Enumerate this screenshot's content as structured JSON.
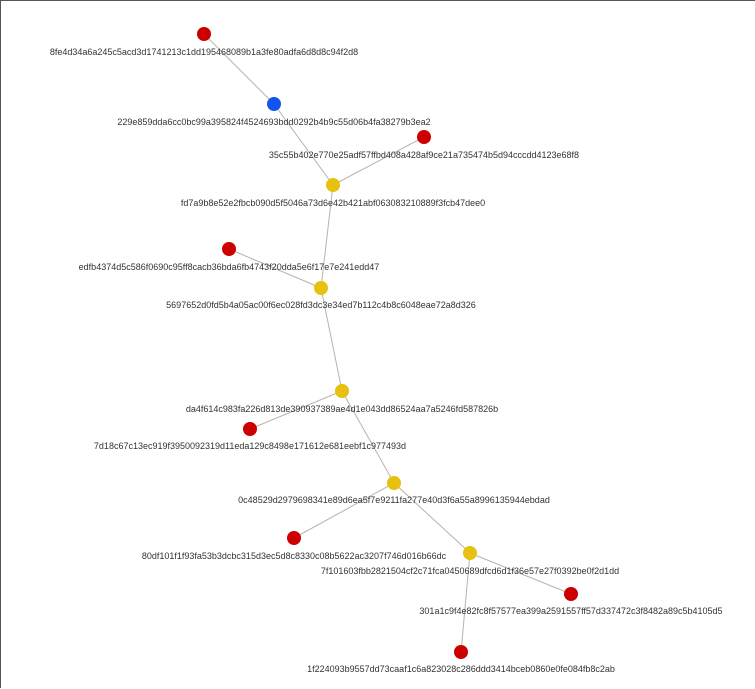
{
  "colors": {
    "red": "#cc0000",
    "blue": "#1155ee",
    "yellow": "#e8c010",
    "edge": "#b8b4a6",
    "label": "#333333"
  },
  "nodes": [
    {
      "id": "n1",
      "label": "8fe4d34a6a245c5acd3d1741213c1dd195468089b1a3fe80adfa6d8d8c94f2d8",
      "color": "red"
    },
    {
      "id": "n2",
      "label": "229e859dda6cc0bc99a395824f4524693bdd0292b4b9c55d06b4fa38279b3ea2",
      "color": "blue"
    },
    {
      "id": "n3",
      "label": "35c55b402e770e25adf57ffbd408a428af9ce21a735474b5d94cccdd4123e68f8",
      "color": "red"
    },
    {
      "id": "n4",
      "label": "fd7a9b8e52e2fbcb090d5f5046a73d6e42b421abf063083210889f3fcb47dee0",
      "color": "yellow"
    },
    {
      "id": "n5",
      "label": "edfb4374d5c586f0690c95ff8cacb36bda6fb4743f20dda5e6f17e7e241edd47",
      "color": "red"
    },
    {
      "id": "n6",
      "label": "5697652d0fd5b4a05ac00f6ec028fd3dc3e34ed7b112c4b8c6048eae72a8d326",
      "color": "yellow"
    },
    {
      "id": "n7",
      "label": "da4f614c983fa226d813de390937389ae4d1e043dd86524aa7a5246fd587826b",
      "color": "yellow"
    },
    {
      "id": "n8",
      "label": "7d18c67c13ec919f3950092319d11eda129c8498e171612e681eebf1c977493d",
      "color": "red"
    },
    {
      "id": "n9",
      "label": "0c48529d2979698341e89d6ea5f7e9211fa277e40d3f6a55a8996135944ebdad",
      "color": "yellow"
    },
    {
      "id": "n10",
      "label": "80df101f1f93fa53b3dcbc315d3ec5d8c8330c08b5622ac3207f746d016b66dc",
      "color": "red"
    },
    {
      "id": "n11",
      "label": "7f101603fbb2821504cf2c71fca0450689dfcd6d1f36e57e27f0392be0f2d1dd",
      "color": "yellow"
    },
    {
      "id": "n12",
      "label": "301a1c9f4e82fc8f57577ea399a2591557ff57d337472c3f8482a89c5b4105d5",
      "color": "red"
    },
    {
      "id": "n13",
      "label": "1f224093b9557dd73caaf1c6a823028c286ddd3414bceb0860e0fe084fb8c2ab",
      "color": "red"
    }
  ],
  "edges": [
    [
      "n1",
      "n2"
    ],
    [
      "n2",
      "n4"
    ],
    [
      "n3",
      "n4"
    ],
    [
      "n4",
      "n6"
    ],
    [
      "n5",
      "n6"
    ],
    [
      "n6",
      "n7"
    ],
    [
      "n7",
      "n8"
    ],
    [
      "n7",
      "n9"
    ],
    [
      "n9",
      "n10"
    ],
    [
      "n9",
      "n11"
    ],
    [
      "n11",
      "n12"
    ],
    [
      "n11",
      "n13"
    ]
  ]
}
